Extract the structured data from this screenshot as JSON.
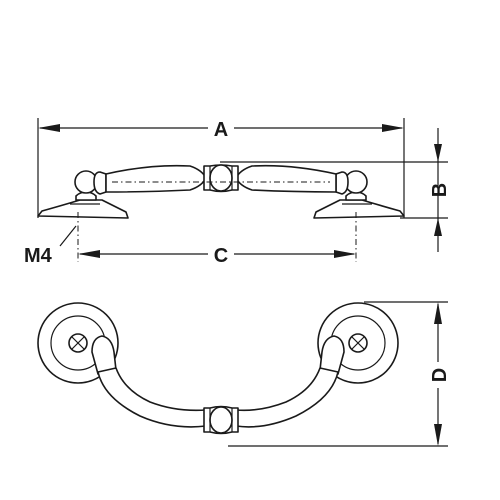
{
  "labels": {
    "a": "A",
    "b": "B",
    "c": "C",
    "d": "D",
    "thread": "M4"
  },
  "colors": {
    "ink": "#1a1a1a",
    "background": "#ffffff"
  }
}
